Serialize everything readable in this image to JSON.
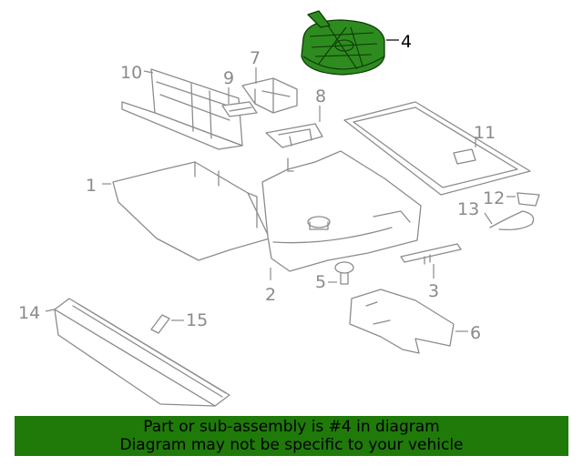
{
  "callouts": {
    "c1": "1",
    "c2": "2",
    "c3": "3",
    "c4": "4",
    "c5": "5",
    "c6": "6",
    "c7": "7",
    "c8": "8",
    "c9": "9",
    "c10": "10",
    "c11": "11",
    "c12": "12",
    "c13": "13",
    "c14": "14",
    "c15": "15"
  },
  "highlight_color": "#1f7a0a",
  "banner": {
    "line1": "Part or sub-assembly is #4 in diagram",
    "line2": "Diagram may not be specific to your vehicle"
  }
}
